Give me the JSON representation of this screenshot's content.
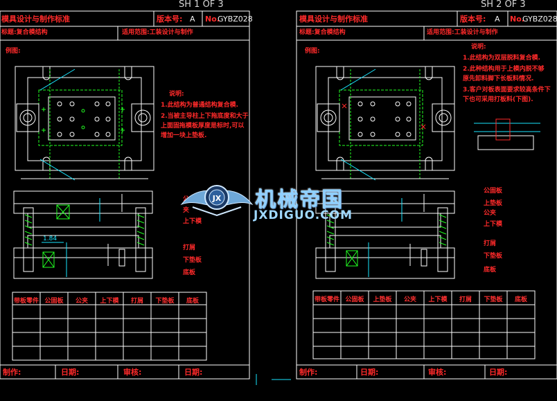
{
  "sheets": [
    {
      "id": "left",
      "sheet_label": "SH 1 OF 3",
      "title": "模具设计与制作标准",
      "version_label": "版本号:",
      "version_value": "A",
      "doc_no_label": "No.",
      "doc_no": "GYBZ028",
      "subject": "标题:复合模结构",
      "scope": "适用范围:工装设计与制作",
      "example_label": "例图:",
      "notes": [
        "说明:",
        "1.此结构为普通结构复合模.",
        "2.当被主导柱上下拖底度和大于",
        "上面固拖模板厚度是标时,可以",
        "增加一块上垫板."
      ],
      "part_labels": [
        "公",
        "夹",
        "上下模",
        "打屑",
        "下垫板",
        "底板"
      ],
      "table_headers": [
        "带板零件",
        "公固板",
        "公夹",
        "上下模",
        "打屑",
        "下垫板",
        "底板"
      ],
      "footer": {
        "made": "制作:",
        "date": "日期:",
        "review": "审核:",
        "date2": "日期:"
      }
    },
    {
      "id": "right",
      "sheet_label": "SH 2 OF 3",
      "title": "模具设计与制作标准",
      "version_label": "版本号:",
      "version_value": "A",
      "doc_no_label": "No.",
      "doc_no": "GYBZ028",
      "subject": "标题:复合模结构",
      "scope": "适用范围:工装设计与制作",
      "example_label": "例图:",
      "notes": [
        "说明:",
        "1.此结构为双层脱料复合模.",
        "2.此种结构用于上模内脱不够",
        "原先卸料脚下长板料情况.",
        "3.客户对板表面要求较高条件下",
        "下也可采用打板料(下图)."
      ],
      "part_labels": [
        "公固板",
        "上垫板",
        "公夹",
        "上下模",
        "打屑",
        "下垫板",
        "底板"
      ],
      "table_headers": [
        "带板零件",
        "公固板",
        "上垫板",
        "公夹",
        "上下模",
        "打屑",
        "下垫板",
        "底板"
      ],
      "footer": {
        "made": "制作:",
        "date": "日期:",
        "review": "审核:",
        "date2": "日期:"
      }
    }
  ],
  "dimension_text": "1.84",
  "watermark": {
    "cn": "机械帝国",
    "en": "JXDIGUO.COM",
    "emblem": "JX"
  },
  "colors": {
    "background": "#000000",
    "frame": "#ffffff",
    "text_red": "#ff2a2a",
    "cad_green": "#22ff22",
    "cad_cyan": "#19e6ff"
  }
}
